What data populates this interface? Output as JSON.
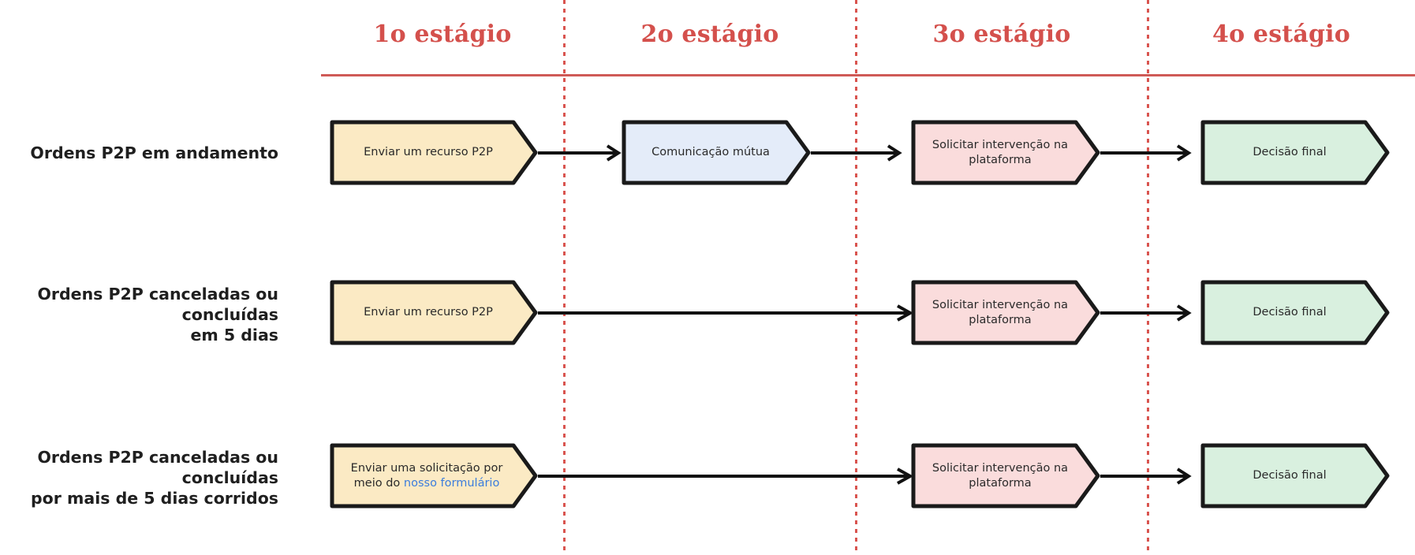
{
  "diagram": {
    "title_hidden": "",
    "colors": {
      "stage_header": "#d4504c",
      "divider": "#d9544f",
      "rule": "#cf5a56",
      "yellow_fill": "#fbeac4",
      "yellow_stroke": "#1a1a1a",
      "blue_fill": "#e4ecf9",
      "blue_stroke": "#1a1a1a",
      "pink_fill": "#fadcdc",
      "pink_stroke": "#1a1a1a",
      "green_fill": "#d9f0df",
      "green_stroke": "#1a1a1a",
      "link": "#3b7ddd",
      "text": "#2a2a2a",
      "label": "#1f1f1f"
    },
    "stages": [
      {
        "label": "1o estágio"
      },
      {
        "label": "2o estágio"
      },
      {
        "label": "3o estágio"
      },
      {
        "label": "4o estágio"
      }
    ],
    "rows": [
      {
        "label": "Ordens P2P em andamento",
        "nodes": [
          {
            "text": "Enviar um recurso P2P",
            "color": "yellow",
            "stage": 1
          },
          {
            "text": "Comunicação mútua",
            "color": "blue",
            "stage": 2
          },
          {
            "text": "Solicitar intervenção na plataforma",
            "color": "pink",
            "stage": 3
          },
          {
            "text": "Decisão final",
            "color": "green",
            "stage": 4
          }
        ]
      },
      {
        "label": "Ordens P2P canceladas ou concluídas em 5 dias",
        "label_line1": "Ordens P2P canceladas ou concluídas",
        "label_line2": "em 5 dias",
        "nodes": [
          {
            "text": "Enviar um recurso P2P",
            "color": "yellow",
            "stage": 1
          },
          {
            "text": "Solicitar intervenção na plataforma",
            "color": "pink",
            "stage": 3
          },
          {
            "text": "Decisão final",
            "color": "green",
            "stage": 4
          }
        ]
      },
      {
        "label": "Ordens P2P canceladas ou concluídas por mais de 5 dias corridos",
        "label_line1": "Ordens P2P canceladas ou concluídas",
        "label_line2": "por mais de 5 dias corridos",
        "nodes": [
          {
            "text_prefix": "Enviar uma solicitação por meio do ",
            "text_link": "nosso formulário",
            "color": "yellow",
            "stage": 1
          },
          {
            "text": "Solicitar intervenção na plataforma",
            "color": "pink",
            "stage": 3
          },
          {
            "text": "Decisão final",
            "color": "green",
            "stage": 4
          }
        ]
      }
    ]
  }
}
